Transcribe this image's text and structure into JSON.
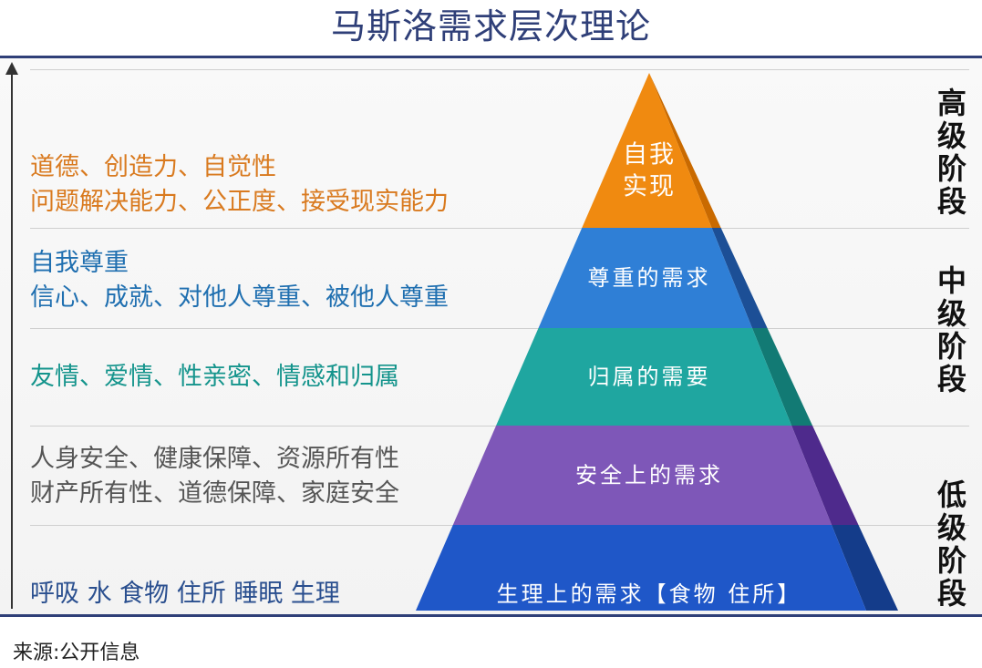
{
  "title": "马斯洛需求层次理论",
  "source": "来源:公开信息",
  "levels": [
    {
      "label_lines": [
        "自我",
        "实现"
      ],
      "desc_lines": [
        "道德、创造力、自觉性",
        "问题解决能力、公正度、接受现实能力"
      ],
      "color": "#f08a10",
      "side_color": "#c96a00",
      "text_color": "#d97a1f"
    },
    {
      "label_lines": [
        "尊重的需求"
      ],
      "desc_lines": [
        "自我尊重",
        "信心、成就、对他人尊重、被他人尊重"
      ],
      "color": "#2f7fd6",
      "side_color": "#1c4f96",
      "text_color": "#1f6fb0"
    },
    {
      "label_lines": [
        "归属的需要"
      ],
      "desc_lines": [
        "友情、爱情、性亲密、情感和归属"
      ],
      "color": "#1fa6a0",
      "side_color": "#127a74",
      "text_color": "#14948c"
    },
    {
      "label_lines": [
        "安全上的需求"
      ],
      "desc_lines": [
        "人身安全、健康保障、资源所有性",
        "财产所有性、道德保障、家庭安全"
      ],
      "color": "#7e57b8",
      "side_color": "#4e2a8c",
      "text_color": "#555555"
    },
    {
      "label_lines": [
        "生理上的需求【食物 住所】"
      ],
      "desc_lines": [
        "呼吸 水 食物 住所 睡眠 生理"
      ],
      "color": "#1f57c8",
      "side_color": "#143c8a",
      "text_color": "#2a4f8f"
    }
  ],
  "stages": [
    "高级阶段",
    "中级阶段",
    "低级阶段"
  ]
}
